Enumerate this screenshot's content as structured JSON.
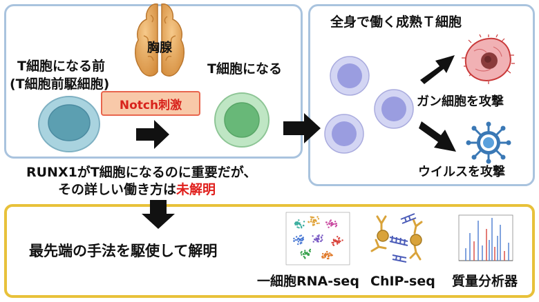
{
  "left_panel": {
    "pre_t_line1": "T細胞になる前",
    "pre_t_line2": "(T細胞前駆細胞)",
    "thymus_label": "胸腺",
    "become_t_label": "T細胞になる",
    "notch_label": "Notch刺激"
  },
  "right_panel": {
    "mature_t_label": "全身で働く成熟Ｔ細胞",
    "attack_cancer_label": "ガン細胞を攻撃",
    "attack_virus_label": "ウイルスを攻撃"
  },
  "statement": {
    "line1": "RUNX1がT細胞になるのに重要だが、",
    "line2_prefix": "その詳しい働き方は",
    "line2_highlight": "未解明"
  },
  "bottom_panel": {
    "method_label": "最先端の手法を駆使して解明",
    "tool1_label": "一細胞RNA-seq",
    "tool2_label": "ChIP-seq",
    "tool3_label": "質量分析器"
  },
  "colors": {
    "panel_border_blue": "#a9c3de",
    "panel_border_yellow": "#e8c13a",
    "notch_fill": "#f8c9a9",
    "notch_text": "#d8231c",
    "highlight_red": "#e0201d",
    "progenitor_cell": "#8fc1d1",
    "t_cell": "#9fd7a6",
    "mature_t_cell": "#b7b9ec",
    "thymus": "#e7a75a",
    "virus": "#3a78b5"
  },
  "icons": {
    "thymus": "thymus-organ-icon",
    "progenitor": "progenitor-cell-icon",
    "t_cell": "t-cell-icon",
    "mature_t": "mature-t-cell-icon",
    "cancer": "cancer-cell-icon",
    "virus": "virus-icon",
    "tsne": "scatter-plot-icon",
    "chip": "antibody-dna-icon",
    "mass_spec": "mass-spectrum-icon"
  }
}
